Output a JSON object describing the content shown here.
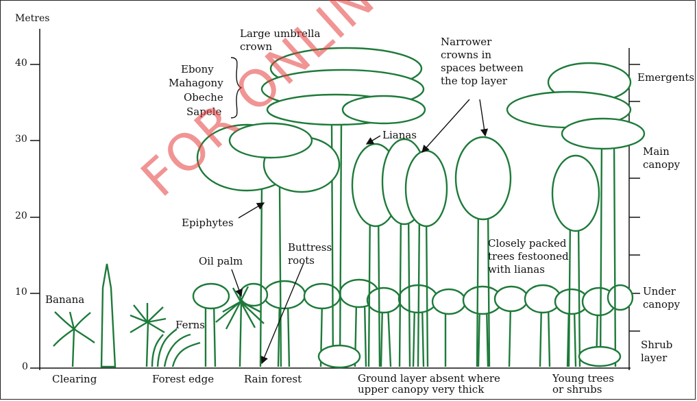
{
  "axis": {
    "unit_label": "Metres",
    "ticks": [
      "0",
      "10",
      "20",
      "30",
      "40"
    ]
  },
  "labels": {
    "large_umbrella": "Large umbrella\ncrown",
    "species": [
      "Ebony",
      "Mahagony",
      "Obeche",
      "Sapele"
    ],
    "narrower": "Narrower\ncrowns in\nspaces between\nthe top layer",
    "lianas": "Lianas",
    "epiphytes": "Epiphytes",
    "oil_palm": "Oil palm",
    "buttress": "Buttress\nroots",
    "closely_packed": "Closely packed\ntrees festooned\nwith lianas",
    "banana": "Banana",
    "ferns": "Ferns"
  },
  "layers": {
    "emergents": "Emergents",
    "main_canopy": "Main\ncanopy",
    "under_canopy": "Under\ncanopy",
    "shrub_layer": "Shrub\nlayer"
  },
  "zones": {
    "clearing": "Clearing",
    "forest_edge": "Forest edge",
    "rain_forest": "Rain forest",
    "ground_layer": "Ground layer absent where\nupper canopy very thick",
    "young_trees": "Young trees\nor shrubs"
  },
  "watermark": "FOR ONLINE USE ONLY",
  "colors": {
    "vegetation": "#1e7a3a",
    "watermark": "#e63c3c",
    "axis": "#111111"
  }
}
